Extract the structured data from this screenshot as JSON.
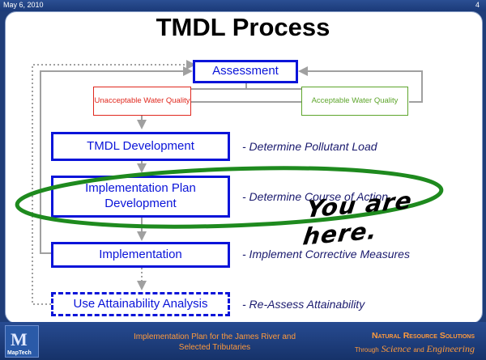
{
  "header": {
    "date": "May 6, 2010",
    "page_number": "4"
  },
  "title": "TMDL Process",
  "boxes": {
    "assessment": "Assessment",
    "unacceptable": "Unacceptable Water Quality",
    "acceptable": "Acceptable Water Quality",
    "tmdl_dev": "TMDL Development",
    "impl_plan": "Implementation Plan Development",
    "implementation": "Implementation",
    "use_attain": "Use Attainability Analysis"
  },
  "notes": {
    "tmdl_dev": "- Determine Pollutant Load",
    "impl_plan": "- Determine Course of Action",
    "implementation": "- Implement Corrective Measures",
    "use_attain": "- Re-Assess Attainability"
  },
  "callout": "You are here.",
  "footer": {
    "center_line1": "Implementation Plan for the James River and",
    "center_line2": "Selected Tributaries",
    "right_line1": "Natural Resource Solutions",
    "through": "Through",
    "science": "Science",
    "and": "and",
    "engineering": "Engineering",
    "logo_text": "MapTech"
  },
  "colors": {
    "box_blue": "#0a14d9",
    "unacceptable_red": "#e0281e",
    "acceptable_green": "#5ea52c",
    "ellipse_green": "#1e8a1e",
    "connector_gray": "#a0a0a0",
    "footer_orange": "#ff9a3c"
  }
}
